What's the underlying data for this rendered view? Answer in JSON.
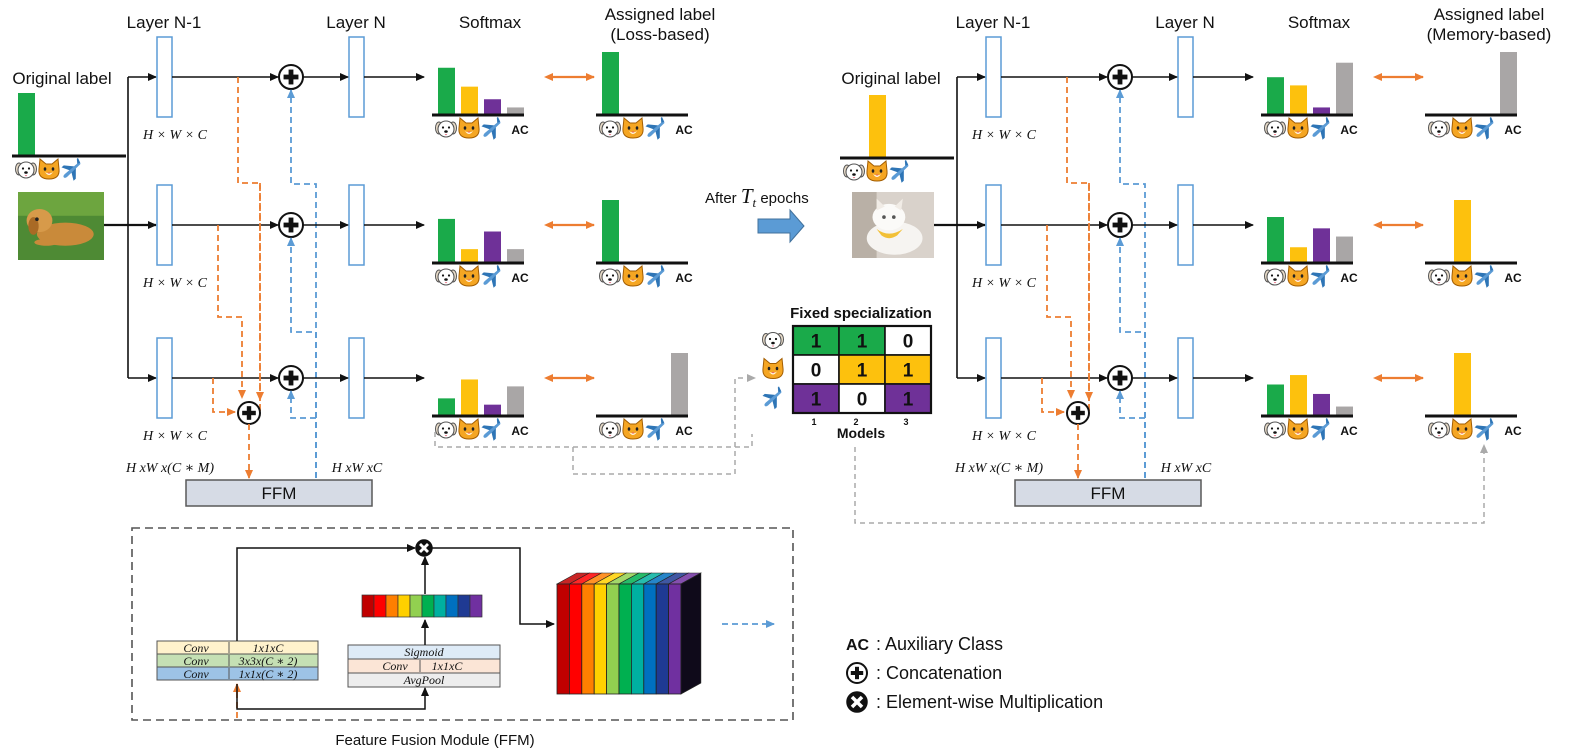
{
  "colors": {
    "green": "#1aaa4a",
    "yellow": "#fdc10d",
    "purple": "#6f3198",
    "gray": "#a9a6a6",
    "layer_stroke": "#5b9bd5",
    "blue_dash": "#5b9bd5",
    "orange_dash": "#ed7d31",
    "ffm_fill": "#d6dbe5",
    "spectrum": [
      "#c00000",
      "#ff0000",
      "#ff7f00",
      "#ffd000",
      "#92d050",
      "#00b050",
      "#00b0a0",
      "#0070c0",
      "#1f3a93",
      "#7030a0"
    ]
  },
  "left": {
    "original_label": "Original label",
    "headers": {
      "layer_n_1": "Layer N-1",
      "layer_n": "Layer N",
      "softmax": "Softmax",
      "assigned_line1": "Assigned label",
      "assigned_line2": "(Loss-based)"
    },
    "shape_label": "H × W × C",
    "ffm_in_left": "H xW x(C ∗ M)",
    "ffm_in_right": "H xW xC",
    "ffm": "FFM",
    "input_image": "dog-photo"
  },
  "right": {
    "original_label": "Original label",
    "headers": {
      "layer_n_1": "Layer N-1",
      "layer_n": "Layer N",
      "softmax": "Softmax",
      "assigned_line1": "Assigned label",
      "assigned_line2": "(Memory-based)"
    },
    "shape_label": "H × W × C",
    "ffm_in_left": "H xW x(C ∗ M)",
    "ffm_in_right": "H xW xC",
    "ffm": "FFM",
    "input_image": "cat-photo"
  },
  "transition": {
    "after": "After",
    "tt": "T",
    "tt_sub": "t",
    "epochs": "epochs"
  },
  "class_icons": [
    "dog-icon",
    "cat-icon",
    "airplane-icon"
  ],
  "ac": "AC",
  "bars": {
    "left_original": [
      1,
      0,
      0
    ],
    "left_softmax": [
      [
        0.75,
        0.45,
        0.25,
        0.12
      ],
      [
        0.7,
        0.22,
        0.5,
        0.22
      ],
      [
        0.28,
        0.58,
        0.18,
        0.47
      ]
    ],
    "left_assigned": [
      [
        1,
        0,
        0,
        0
      ],
      [
        1,
        0,
        0,
        0
      ],
      [
        0,
        0,
        0,
        1
      ]
    ],
    "right_original": [
      0,
      1,
      0
    ],
    "right_softmax": [
      [
        0.6,
        0.47,
        0.12,
        0.83
      ],
      [
        0.73,
        0.25,
        0.55,
        0.42
      ],
      [
        0.5,
        0.65,
        0.35,
        0.15
      ]
    ],
    "right_assigned": [
      [
        0,
        0,
        0,
        1
      ],
      [
        0,
        1,
        0,
        0
      ],
      [
        0,
        1,
        0,
        0
      ]
    ]
  },
  "specialization": {
    "title": "Fixed specialization",
    "matrix": [
      [
        "1",
        "1",
        "0"
      ],
      [
        "0",
        "1",
        "1"
      ],
      [
        "1",
        "0",
        "1"
      ]
    ],
    "cell_colors": [
      [
        "#1aaa4a",
        "#1aaa4a",
        "#ffffff"
      ],
      [
        "#ffffff",
        "#fdc10d",
        "#fdc10d"
      ],
      [
        "#6f3198",
        "#ffffff",
        "#6f3198"
      ]
    ],
    "text_colors": [
      [
        "#ffffff",
        "#ffffff",
        "#111111"
      ],
      [
        "#111111",
        "#111111",
        "#111111"
      ],
      [
        "#ffffff",
        "#111111",
        "#ffffff"
      ]
    ],
    "model_numbers": [
      "1",
      "2",
      "3"
    ],
    "models_label": "Models"
  },
  "ffm_module": {
    "title": "Feature Fusion Module (FFM)",
    "left_stack": [
      {
        "op": "Conv",
        "param": "1x1xC",
        "color": "#fff2cc"
      },
      {
        "op": "Conv",
        "param": "3x3x(C ∗ 2)",
        "color": "#c5e0b4"
      },
      {
        "op": "Conv",
        "param": "1x1x(C ∗ 2)",
        "color": "#9dc3e6"
      }
    ],
    "right_stack": [
      {
        "op": "Sigmoid",
        "color": "#deebf7"
      },
      {
        "op": "Conv",
        "param": "1x1xC",
        "color": "#fbe5d6"
      },
      {
        "op": "AvgPool",
        "color": "#ededed"
      }
    ]
  },
  "legend": [
    {
      "symbol": "AC",
      "sep": ":",
      "text": "Auxiliary Class"
    },
    {
      "symbol": "plus-circle-icon",
      "sep": ":",
      "text": "Concatenation"
    },
    {
      "symbol": "times-circle-icon",
      "sep": ":",
      "text": "Element-wise Multiplication"
    }
  ]
}
